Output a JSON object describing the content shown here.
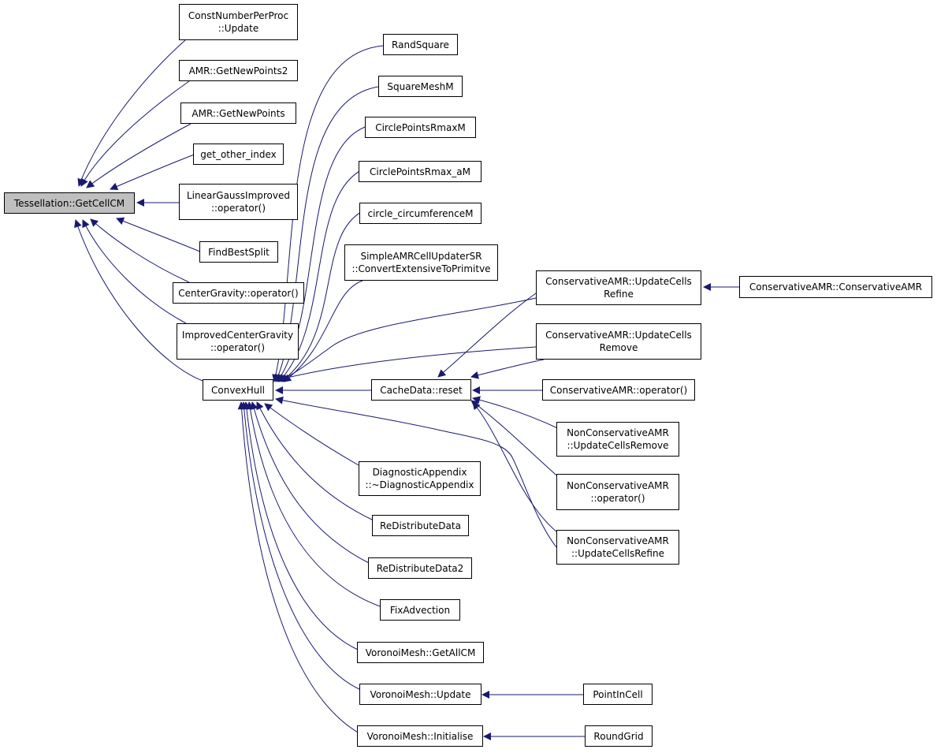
{
  "diagram": {
    "type": "call-graph",
    "colors": {
      "edge": "#191970",
      "node_border": "#000000",
      "root_fill": "#bfbfbf",
      "node_fill": "#ffffff"
    },
    "nodes": [
      {
        "id": "root",
        "lines": [
          "Tessellation::GetCellCM"
        ]
      },
      {
        "id": "cnpp",
        "lines": [
          "ConstNumberPerProc",
          "::Update"
        ]
      },
      {
        "id": "amr2",
        "lines": [
          "AMR::GetNewPoints2"
        ]
      },
      {
        "id": "amr1",
        "lines": [
          "AMR::GetNewPoints"
        ]
      },
      {
        "id": "goi",
        "lines": [
          "get_other_index"
        ]
      },
      {
        "id": "lgi",
        "lines": [
          "LinearGaussImproved",
          "::operator()"
        ]
      },
      {
        "id": "fbs",
        "lines": [
          "FindBestSplit"
        ]
      },
      {
        "id": "cg",
        "lines": [
          "CenterGravity::operator()"
        ]
      },
      {
        "id": "icg",
        "lines": [
          "ImprovedCenterGravity",
          "::operator()"
        ]
      },
      {
        "id": "ch",
        "lines": [
          "ConvexHull"
        ]
      },
      {
        "id": "rsq",
        "lines": [
          "RandSquare"
        ]
      },
      {
        "id": "smm",
        "lines": [
          "SquareMeshM"
        ]
      },
      {
        "id": "cprm",
        "lines": [
          "CirclePointsRmaxM"
        ]
      },
      {
        "id": "cpra",
        "lines": [
          "CirclePointsRmax_aM"
        ]
      },
      {
        "id": "ccm",
        "lines": [
          "circle_circumferenceM"
        ]
      },
      {
        "id": "samr",
        "lines": [
          "SimpleAMRCellUpdaterSR",
          "::ConvertExtensiveToPrimitve"
        ]
      },
      {
        "id": "camr_ref",
        "lines": [
          "ConservativeAMR::UpdateCells",
          "Refine"
        ]
      },
      {
        "id": "camr_rem",
        "lines": [
          "ConservativeAMR::UpdateCells",
          "Remove"
        ]
      },
      {
        "id": "camr_op",
        "lines": [
          "ConservativeAMR::operator()"
        ]
      },
      {
        "id": "camr_ctor",
        "lines": [
          "ConservativeAMR::ConservativeAMR"
        ]
      },
      {
        "id": "cd",
        "lines": [
          "CacheData::reset"
        ]
      },
      {
        "id": "ncamr_rem",
        "lines": [
          "NonConservativeAMR",
          "::UpdateCellsRemove"
        ]
      },
      {
        "id": "ncamr_op",
        "lines": [
          "NonConservativeAMR",
          "::operator()"
        ]
      },
      {
        "id": "ncamr_ref",
        "lines": [
          "NonConservativeAMR",
          "::UpdateCellsRefine"
        ]
      },
      {
        "id": "dad",
        "lines": [
          "DiagnosticAppendix",
          "::~DiagnosticAppendix"
        ]
      },
      {
        "id": "rdd",
        "lines": [
          "ReDistributeData"
        ]
      },
      {
        "id": "rdd2",
        "lines": [
          "ReDistributeData2"
        ]
      },
      {
        "id": "fa",
        "lines": [
          "FixAdvection"
        ]
      },
      {
        "id": "vgac",
        "lines": [
          "VoronoiMesh::GetAllCM"
        ]
      },
      {
        "id": "vup",
        "lines": [
          "VoronoiMesh::Update"
        ]
      },
      {
        "id": "vini",
        "lines": [
          "VoronoiMesh::Initialise"
        ]
      },
      {
        "id": "pic",
        "lines": [
          "PointInCell"
        ]
      },
      {
        "id": "rg",
        "lines": [
          "RoundGrid"
        ]
      }
    ],
    "edges": [
      {
        "from": "cnpp",
        "to": "root"
      },
      {
        "from": "amr2",
        "to": "root"
      },
      {
        "from": "amr1",
        "to": "root"
      },
      {
        "from": "goi",
        "to": "root"
      },
      {
        "from": "lgi",
        "to": "root"
      },
      {
        "from": "fbs",
        "to": "root"
      },
      {
        "from": "cg",
        "to": "root"
      },
      {
        "from": "icg",
        "to": "root"
      },
      {
        "from": "ch",
        "to": "root"
      },
      {
        "from": "rsq",
        "to": "ch"
      },
      {
        "from": "smm",
        "to": "ch"
      },
      {
        "from": "cprm",
        "to": "ch"
      },
      {
        "from": "cpra",
        "to": "ch"
      },
      {
        "from": "ccm",
        "to": "ch"
      },
      {
        "from": "samr",
        "to": "ch"
      },
      {
        "from": "camr_ref",
        "to": "ch"
      },
      {
        "from": "camr_rem",
        "to": "ch"
      },
      {
        "from": "cd",
        "to": "ch"
      },
      {
        "from": "ncamr_ref",
        "to": "ch"
      },
      {
        "from": "dad",
        "to": "ch"
      },
      {
        "from": "rdd",
        "to": "ch"
      },
      {
        "from": "rdd2",
        "to": "ch"
      },
      {
        "from": "fa",
        "to": "ch"
      },
      {
        "from": "vgac",
        "to": "ch"
      },
      {
        "from": "vup",
        "to": "ch"
      },
      {
        "from": "vini",
        "to": "ch"
      },
      {
        "from": "camr_ctor",
        "to": "camr_ref"
      },
      {
        "from": "camr_ref",
        "to": "cd"
      },
      {
        "from": "camr_rem",
        "to": "cd"
      },
      {
        "from": "camr_op",
        "to": "cd"
      },
      {
        "from": "ncamr_rem",
        "to": "cd"
      },
      {
        "from": "ncamr_op",
        "to": "cd"
      },
      {
        "from": "ncamr_ref",
        "to": "cd"
      },
      {
        "from": "pic",
        "to": "vup"
      },
      {
        "from": "rg",
        "to": "vini"
      }
    ]
  }
}
